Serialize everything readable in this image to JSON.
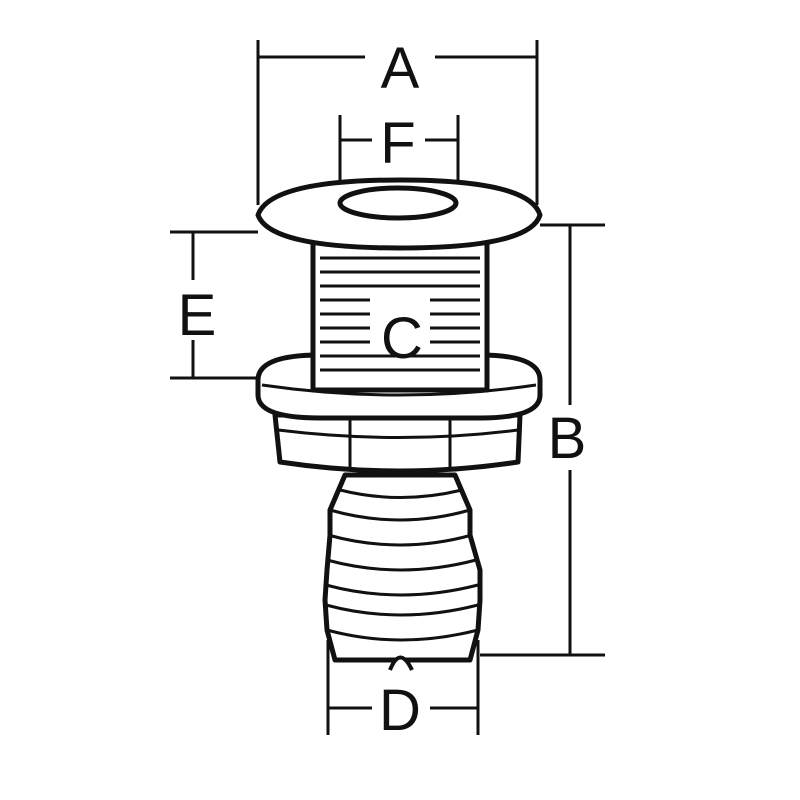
{
  "diagram": {
    "labels": {
      "a": "A",
      "b": "B",
      "c": "C",
      "d": "D",
      "e": "E",
      "f": "F"
    },
    "line_color": "#111111",
    "background": "#ffffff"
  }
}
